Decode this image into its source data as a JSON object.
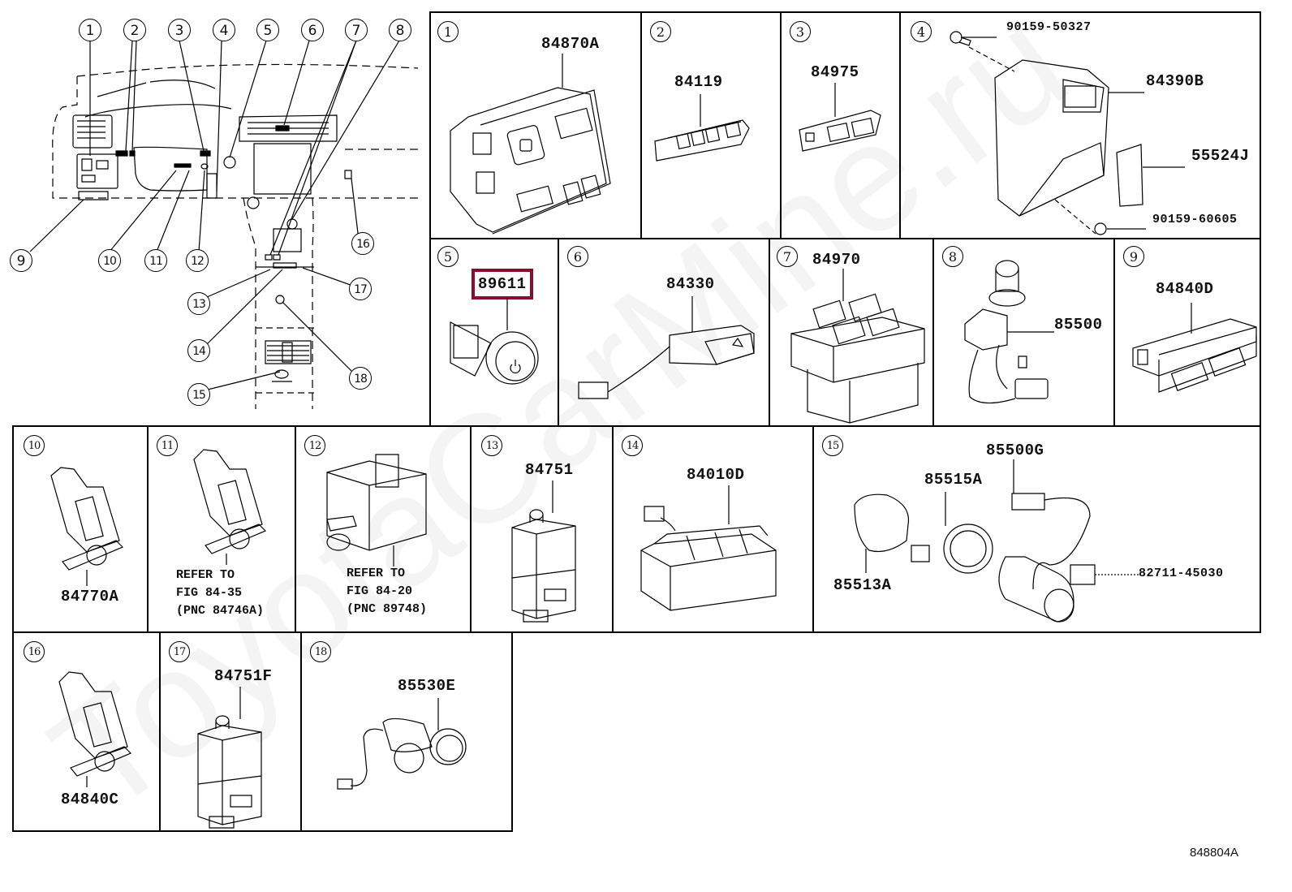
{
  "figure_id": "848804A",
  "watermark_text": "ToyotaCarMine.ru",
  "highlight_color": "#8b0a2e",
  "highlighted_part": "89611",
  "overview": {
    "callouts": [
      "1",
      "2",
      "3",
      "4",
      "5",
      "6",
      "7",
      "8",
      "9",
      "10",
      "11",
      "12",
      "13",
      "14",
      "15",
      "16",
      "17",
      "18"
    ]
  },
  "cells": [
    {
      "index": "1",
      "parts": [
        "84870A"
      ]
    },
    {
      "index": "2",
      "parts": [
        "84119"
      ]
    },
    {
      "index": "3",
      "parts": [
        "84975"
      ]
    },
    {
      "index": "4",
      "parts": [
        "90159-50327",
        "84390B",
        "55524J",
        "90159-60605"
      ]
    },
    {
      "index": "5",
      "parts": [
        "89611"
      ]
    },
    {
      "index": "6",
      "parts": [
        "84330"
      ]
    },
    {
      "index": "7",
      "parts": [
        "84970"
      ]
    },
    {
      "index": "8",
      "parts": [
        "85500"
      ]
    },
    {
      "index": "9",
      "parts": [
        "84840D"
      ]
    },
    {
      "index": "10",
      "parts": [
        "84770A"
      ]
    },
    {
      "index": "11",
      "parts": [],
      "reference": {
        "line1": "REFER TO",
        "line2": "FIG 84-35",
        "line3": "(PNC 84746A)"
      }
    },
    {
      "index": "12",
      "parts": [],
      "reference": {
        "line1": "REFER TO",
        "line2": "FIG 84-20",
        "line3": "(PNC 89748)"
      }
    },
    {
      "index": "13",
      "parts": [
        "84751"
      ]
    },
    {
      "index": "14",
      "parts": [
        "84010D"
      ]
    },
    {
      "index": "15",
      "parts": [
        "85500G",
        "85515A",
        "85513A",
        "82711-45030"
      ]
    },
    {
      "index": "16",
      "parts": [
        "84840C"
      ]
    },
    {
      "index": "17",
      "parts": [
        "84751F"
      ]
    },
    {
      "index": "18",
      "parts": [
        "85530E"
      ]
    }
  ]
}
